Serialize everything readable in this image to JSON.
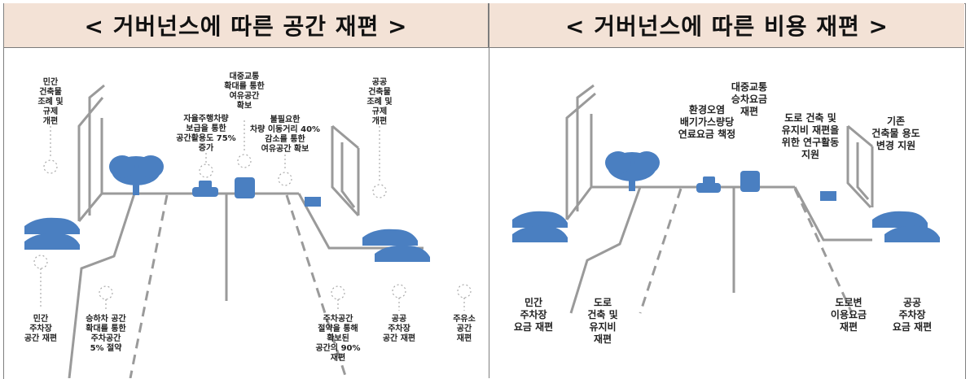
{
  "headers": {
    "left": "< 거버넌스에 따른 공간 재편 >",
    "right": "< 거버넌스에 따른 비용 재편 >"
  },
  "left_labels": [
    "민간\n건축물\n조례 및\n규제\n개편",
    "대중교통\n확대를 통한\n여유공간\n확보",
    "자율주행차량\n보급을 통한\n공간활용도 75%\n증가",
    "불필요한\n차량 이동거리 40%\n감소를 통한\n여유공간 확보",
    "공공\n건축물\n조례 및\n규제\n개편",
    "민간\n주차장\n공간 재편",
    "승하차 공간\n확대를 통한\n주차공간\n5% 절약",
    "주차공간\n절약을 통해\n확보된\n공간의 90%\n재편",
    "공공\n주차장\n공간 재편",
    "주유소\n공간\n재편"
  ],
  "right_labels": [
    "대중교통\n승차요금\n재편",
    "환경오염\n배기가스량당\n연료요금 책정",
    "도로 건축 및\n유지비 재편을\n위한 연구활동\n지원",
    "기존\n건축물 용도\n변경 지원",
    "민간\n주차장\n요금 재편",
    "도로\n건축 및\n유지비\n재편",
    "도로변\n이용요금\n재편",
    "공공\n주차장\n요금 재편"
  ],
  "colors": {
    "accent": "#4a7fc1",
    "road_line": "#9a9a9a",
    "header_bg": "#f3e2d6"
  }
}
